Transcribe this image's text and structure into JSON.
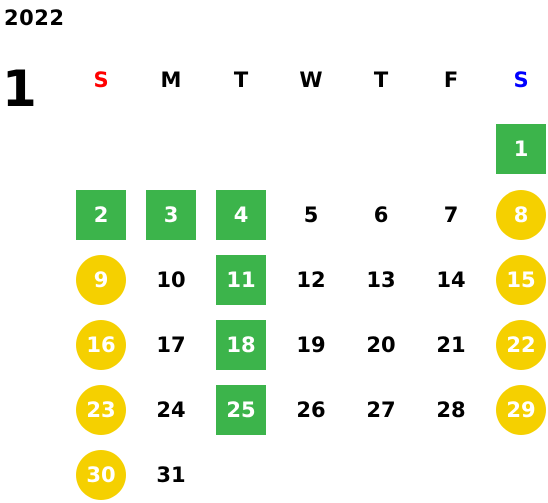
{
  "calendar": {
    "year": "2022",
    "month": "1",
    "weekdays": [
      {
        "label": "S",
        "color": "#ff0000"
      },
      {
        "label": "M",
        "color": "#000000"
      },
      {
        "label": "T",
        "color": "#000000"
      },
      {
        "label": "W",
        "color": "#000000"
      },
      {
        "label": "T",
        "color": "#000000"
      },
      {
        "label": "F",
        "color": "#000000"
      },
      {
        "label": "S",
        "color": "#0000ff"
      }
    ],
    "colors": {
      "green_highlight": "#3cb44b",
      "yellow_highlight": "#f5d000",
      "sunday": "#ff0000",
      "saturday": "#0000ff"
    },
    "days": [
      {
        "day": "1",
        "style": "green"
      },
      {
        "day": "2",
        "style": "green"
      },
      {
        "day": "3",
        "style": "green"
      },
      {
        "day": "4",
        "style": "green"
      },
      {
        "day": "5",
        "style": "plain"
      },
      {
        "day": "6",
        "style": "plain"
      },
      {
        "day": "7",
        "style": "plain"
      },
      {
        "day": "8",
        "style": "yellow"
      },
      {
        "day": "9",
        "style": "yellow"
      },
      {
        "day": "10",
        "style": "plain"
      },
      {
        "day": "11",
        "style": "green"
      },
      {
        "day": "12",
        "style": "plain"
      },
      {
        "day": "13",
        "style": "plain"
      },
      {
        "day": "14",
        "style": "plain"
      },
      {
        "day": "15",
        "style": "yellow"
      },
      {
        "day": "16",
        "style": "yellow"
      },
      {
        "day": "17",
        "style": "plain"
      },
      {
        "day": "18",
        "style": "green"
      },
      {
        "day": "19",
        "style": "plain"
      },
      {
        "day": "20",
        "style": "plain"
      },
      {
        "day": "21",
        "style": "plain"
      },
      {
        "day": "22",
        "style": "yellow"
      },
      {
        "day": "23",
        "style": "yellow"
      },
      {
        "day": "24",
        "style": "plain"
      },
      {
        "day": "25",
        "style": "green"
      },
      {
        "day": "26",
        "style": "plain"
      },
      {
        "day": "27",
        "style": "plain"
      },
      {
        "day": "28",
        "style": "plain"
      },
      {
        "day": "29",
        "style": "yellow"
      },
      {
        "day": "30",
        "style": "yellow"
      },
      {
        "day": "31",
        "style": "plain"
      }
    ]
  }
}
